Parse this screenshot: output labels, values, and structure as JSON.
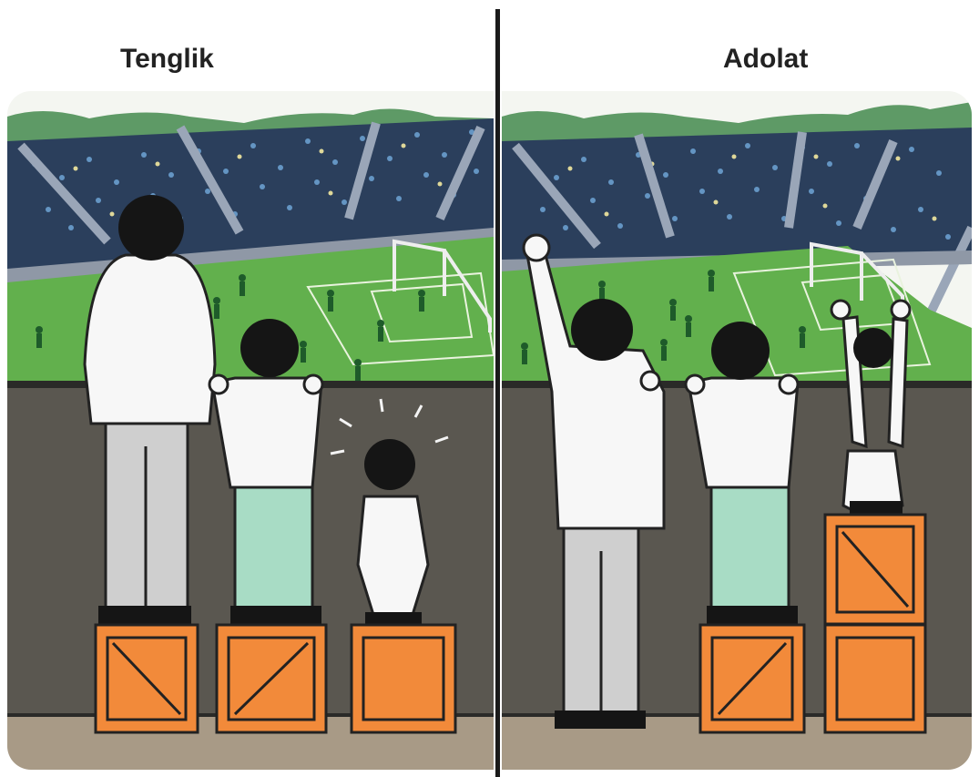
{
  "panels": {
    "left": {
      "title": "Tenglik",
      "boxes_per_person": [
        1,
        1,
        1
      ]
    },
    "right": {
      "title": "Adolat",
      "boxes_per_person": [
        0,
        1,
        2
      ]
    }
  },
  "colors": {
    "sky": "#f4f6f1",
    "hills": "#5e9a66",
    "stands": "#2b3f5c",
    "field": "#62b04d",
    "wall": "#5a5750",
    "ground": "#a89a86",
    "crate": "#f28a3a",
    "shirt": "#f7f7f7",
    "pants_grey": "#cfcfcf",
    "pants_green": "#a8dcc5",
    "skin": "#151515"
  }
}
